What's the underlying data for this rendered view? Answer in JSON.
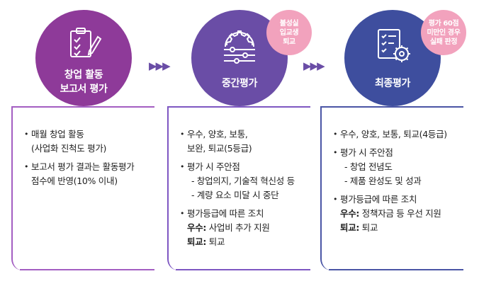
{
  "stages": [
    {
      "title_lines": [
        "창업 활동",
        "보고서 평가"
      ],
      "icon": "report-checklist-pen-icon",
      "items": [
        {
          "lines": [
            "매월 창업 활동",
            "(사업화 진척도 평가)"
          ]
        },
        {
          "lines": [
            "보고서 평가 결과는 활동평가",
            "점수에 반영(10% 이내)"
          ]
        }
      ]
    },
    {
      "title_lines": [
        "중간평가"
      ],
      "icon": "gear-sliders-icon",
      "badge_lines": [
        "불성실",
        "입교생",
        "퇴교"
      ],
      "items": [
        {
          "lines": [
            "우수, 양호, 보통,",
            "보완, 퇴교(5등급)"
          ]
        },
        {
          "lines": [
            "평가 시 주안점"
          ],
          "subs": [
            "창업의지, 기술적 혁신성 등",
            "계량 요소 미달 시 중단"
          ]
        },
        {
          "lines": [
            "평가등급에 따른 조치"
          ],
          "kv": [
            {
              "label": "우수:",
              "value": "사업비 추가 지원"
            },
            {
              "label": "퇴교:",
              "value": "퇴교"
            }
          ]
        }
      ]
    },
    {
      "title_lines": [
        "최종평가"
      ],
      "icon": "checklist-gear-icon",
      "badge_lines": [
        "평가 60점",
        "미만인 경우",
        "실패 판정"
      ],
      "items": [
        {
          "lines": [
            "우수, 양호, 보통, 퇴교(4등급)"
          ]
        },
        {
          "lines": [
            "평가 시 주안점"
          ],
          "subs": [
            "창업 전념도",
            "제품 완성도 및 성과"
          ]
        },
        {
          "lines": [
            "평가등급에 따른 조치"
          ],
          "kv": [
            {
              "label": "우수:",
              "value": "정책자금 등 우선 지원"
            },
            {
              "label": "퇴교:",
              "value": "퇴교"
            }
          ]
        }
      ]
    }
  ],
  "arrow_glyphs": "▶▶▶",
  "colors": {
    "stage1": "#8e3a99",
    "stage2": "#6a4da6",
    "stage3": "#3e4e9e",
    "badge": "#f2a2bd"
  }
}
